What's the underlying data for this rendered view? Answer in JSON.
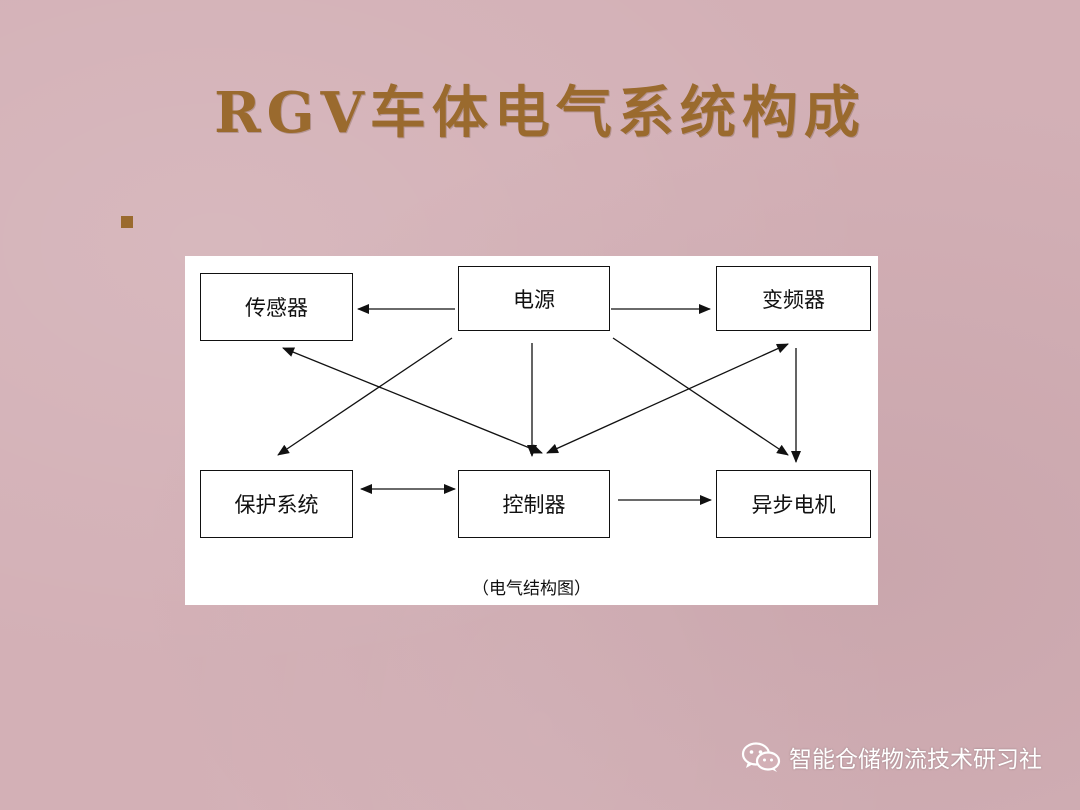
{
  "slide": {
    "title": "RGV车体电气系统构成"
  },
  "diagram": {
    "nodes": {
      "sensor": "传感器",
      "power": "电源",
      "inverter": "变频器",
      "protection": "保护系统",
      "controller": "控制器",
      "motor": "异步电机"
    },
    "caption": "（电气结构图）"
  },
  "watermark": {
    "text": "智能仓储物流技术研习社",
    "icon": "wechat-icon"
  }
}
